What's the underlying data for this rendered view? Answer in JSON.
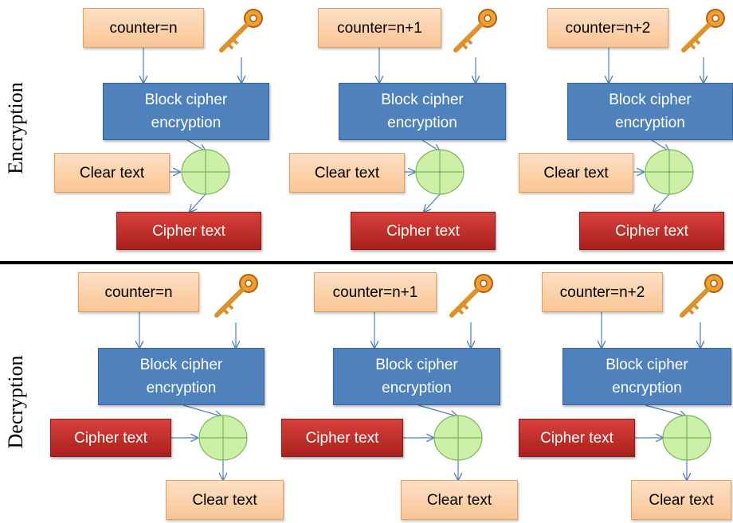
{
  "encryption_label": "Encryption",
  "decryption_label": "Decryption",
  "block_cipher": {
    "line1": "Block cipher",
    "line2": "encryption"
  },
  "encryption": [
    {
      "counter": "counter=n",
      "input": "Clear text",
      "output": "Cipher text"
    },
    {
      "counter": "counter=n+1",
      "input": "Clear text",
      "output": "Cipher text"
    },
    {
      "counter": "counter=n+2",
      "input": "Clear text",
      "output": "Cipher text"
    }
  ],
  "decryption": [
    {
      "counter": "counter=n",
      "input": "Cipher text",
      "output": "Clear text"
    },
    {
      "counter": "counter=n+1",
      "input": "Cipher text",
      "output": "Clear text"
    },
    {
      "counter": "counter=n+2",
      "input": "Cipher text",
      "output": "Clear text"
    }
  ],
  "icons": {
    "key": "key-icon",
    "xor": "xor-icon"
  },
  "colors": {
    "counter_box": "#fbd4b0",
    "block_cipher": "#4f81bd",
    "cipher_text": "#c0302c",
    "xor": "#ccf0a8",
    "arrow": "#4a7ebb",
    "divider": "#000000"
  }
}
